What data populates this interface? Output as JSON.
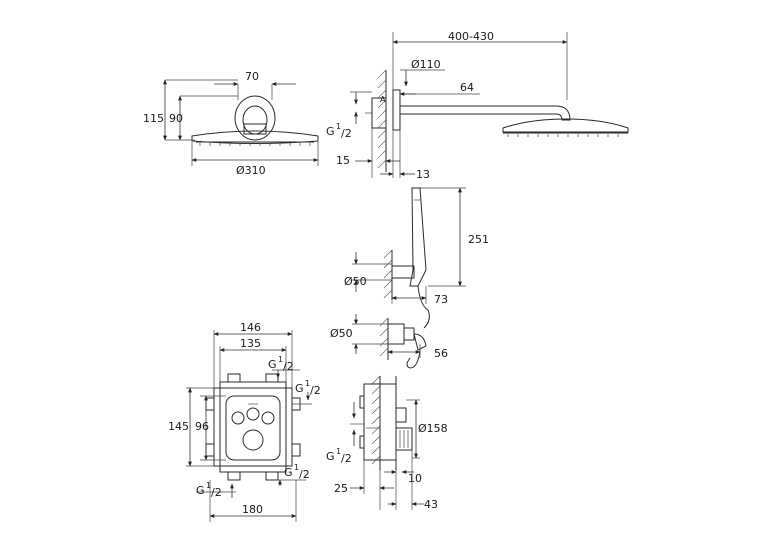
{
  "dimensions": {
    "head_width": "70",
    "head_h115": "115",
    "head_h90": "90",
    "head_dia": "Ø310",
    "arm_reach": "400-430",
    "flange_dia": "Ø110",
    "arm_offset": "64",
    "thread_top_g": "G",
    "thread_top_sup": "1",
    "thread_top_den": "/2",
    "wall_15": "15",
    "wall_13": "13",
    "holder_len": "251",
    "holder_dia": "Ø50",
    "holder_depth": "73",
    "outlet_dia": "Ø50",
    "outlet_depth": "56",
    "box_w146": "146",
    "box_w135": "135",
    "box_h145": "145",
    "box_h96": "96",
    "box_w180": "180",
    "box_g_tr": "G",
    "box_g_tr_sup": "1",
    "box_g_tr_den": "/2",
    "box_g_r": "G",
    "box_g_r_sup": "1",
    "box_g_r_den": "/2",
    "box_g_br": "G",
    "box_g_br_sup": "1",
    "box_g_br_den": "/2",
    "box_g_bl": "G",
    "box_g_bl_sup": "1",
    "box_g_bl_den": "/2",
    "valve_dia": "Ø158",
    "valve_g": "G",
    "valve_g_sup": "1",
    "valve_g_den": "/2",
    "valve_25": "25",
    "valve_10": "10",
    "valve_43": "43",
    "marker_a": "A"
  }
}
